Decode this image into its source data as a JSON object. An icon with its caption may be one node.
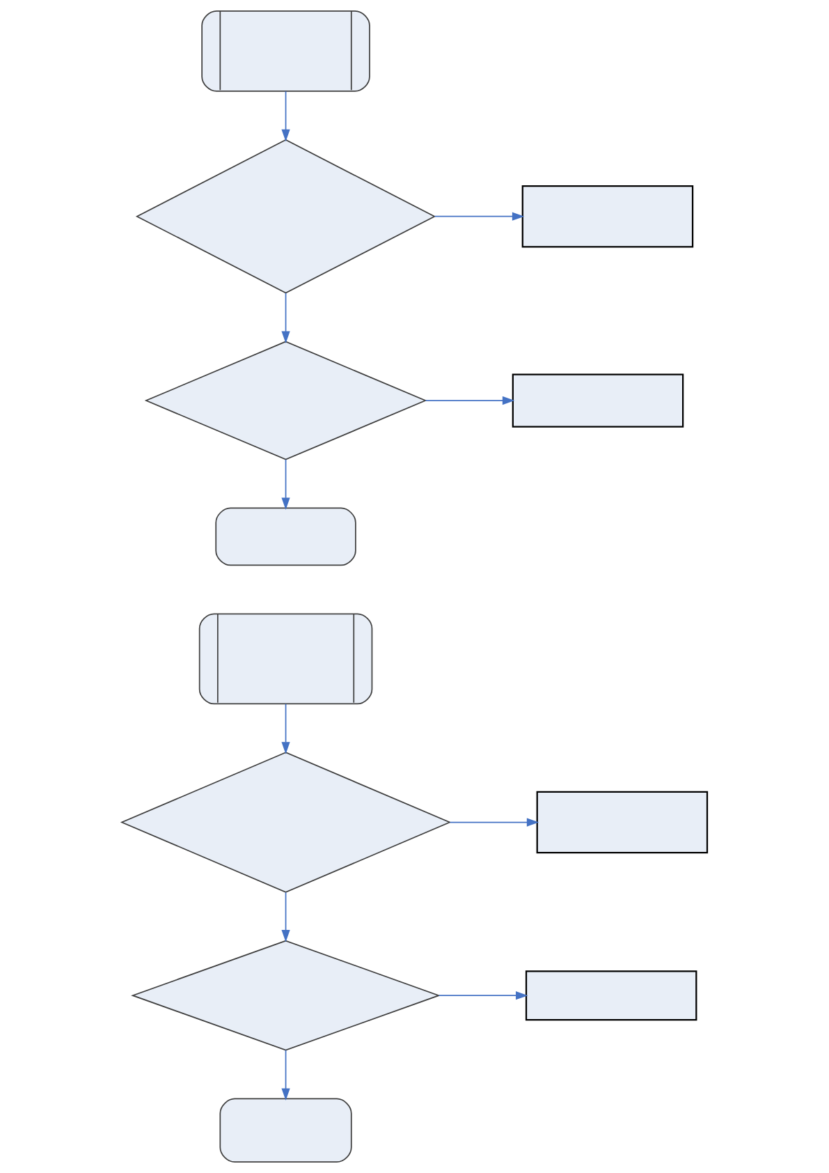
{
  "diagram": {
    "nodes": [
      {
        "text": [],
        "shape": "cylinder"
      },
      {
        "text": [],
        "shape": "diamond"
      },
      {
        "text": [],
        "shape": "box"
      },
      {
        "text": [],
        "shape": "diamond"
      },
      {
        "text": [],
        "shape": "box"
      },
      {
        "text": [],
        "shape": "oval"
      },
      {
        "text": [],
        "shape": "cylinder"
      },
      {
        "text": [],
        "shape": "diamond"
      },
      {
        "text": [],
        "shape": "box"
      },
      {
        "text": [],
        "shape": "diamond"
      },
      {
        "text": [],
        "shape": "box"
      },
      {
        "text": [],
        "shape": "oval"
      }
    ],
    "edges": [
      {
        "from": 0,
        "to": 1,
        "arrow": "to"
      },
      {
        "from": 1,
        "to": 2,
        "arrow": "to"
      },
      {
        "from": 1,
        "to": 3,
        "arrow": "to"
      },
      {
        "from": 3,
        "to": 4,
        "arrow": "to"
      },
      {
        "from": 3,
        "to": 5,
        "arrow": "to"
      },
      {
        "from": 6,
        "to": 7,
        "arrow": "to"
      },
      {
        "from": 7,
        "to": 8,
        "arrow": "to"
      },
      {
        "from": 7,
        "to": 9,
        "arrow": "to"
      },
      {
        "from": 9,
        "to": 10,
        "arrow": "to"
      },
      {
        "from": 9,
        "to": 11,
        "arrow": "to"
      }
    ]
  }
}
